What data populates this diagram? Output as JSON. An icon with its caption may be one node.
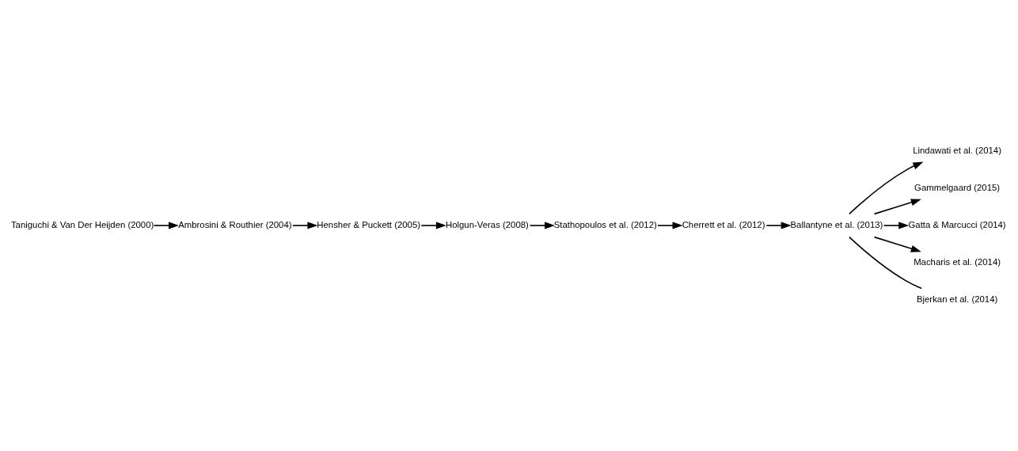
{
  "diagram": {
    "nodes": [
      {
        "text": [
          "Taniguchi & Van Der Heijden (2000)"
        ]
      },
      {
        "text": [
          "Ambrosini & Routhier (2004)"
        ]
      },
      {
        "text": [
          "Hensher & Puckett (2005)"
        ]
      },
      {
        "text": [
          "Holgun-Veras (2008)"
        ]
      },
      {
        "text": [
          "Stathopoulos et al. (2012)"
        ]
      },
      {
        "text": [
          "Cherrett et al. (2012)"
        ]
      },
      {
        "text": [
          "Ballantyne et al. (2013)"
        ]
      },
      {
        "text": [
          "Lindawati et al. (2014)"
        ]
      },
      {
        "text": [
          "Gammelgaard (2015)"
        ]
      },
      {
        "text": [
          "Gatta & Marcucci (2014)"
        ]
      },
      {
        "text": [
          "Macharis et al. (2014)"
        ]
      },
      {
        "text": [
          "Bjerkan et al. (2014)"
        ]
      }
    ],
    "edges": [
      {
        "from": 0,
        "to": 1,
        "arrow": "to"
      },
      {
        "from": 1,
        "to": 2,
        "arrow": "to"
      },
      {
        "from": 2,
        "to": 3,
        "arrow": "to"
      },
      {
        "from": 3,
        "to": 4,
        "arrow": "to"
      },
      {
        "from": 4,
        "to": 5,
        "arrow": "to"
      },
      {
        "from": 5,
        "to": 6,
        "arrow": "to"
      },
      {
        "from": 6,
        "to": 7,
        "arrow": "to"
      },
      {
        "from": 6,
        "to": 8,
        "arrow": "to"
      },
      {
        "from": 6,
        "to": 9,
        "arrow": "to"
      },
      {
        "from": 6,
        "to": 10,
        "arrow": "to"
      },
      {
        "from": 6,
        "to": 11,
        "arrow": "none"
      }
    ]
  }
}
